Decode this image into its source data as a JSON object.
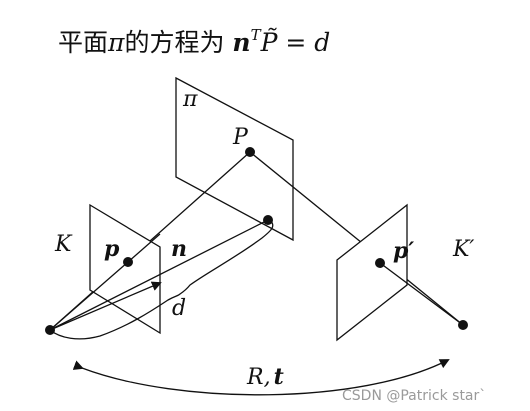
{
  "title": {
    "prefix": "平面",
    "pi": "π",
    "middle": "的方程为 ",
    "n": "n",
    "sup": "T",
    "P": "P̃",
    "eq": " = d"
  },
  "labels": {
    "plane": "π",
    "point_P": "P",
    "camera_K": "K",
    "camera_K_prime": "K′",
    "point_p": "p",
    "point_p_prime": "p′",
    "normal_n": "n",
    "distance_d": "d",
    "motion_R": "R,",
    "motion_t": "t"
  },
  "watermark": "CSDN @Patrick star`",
  "colors": {
    "ink": "#111111",
    "watermark": "#9a9a9a",
    "background": "#ffffff"
  }
}
